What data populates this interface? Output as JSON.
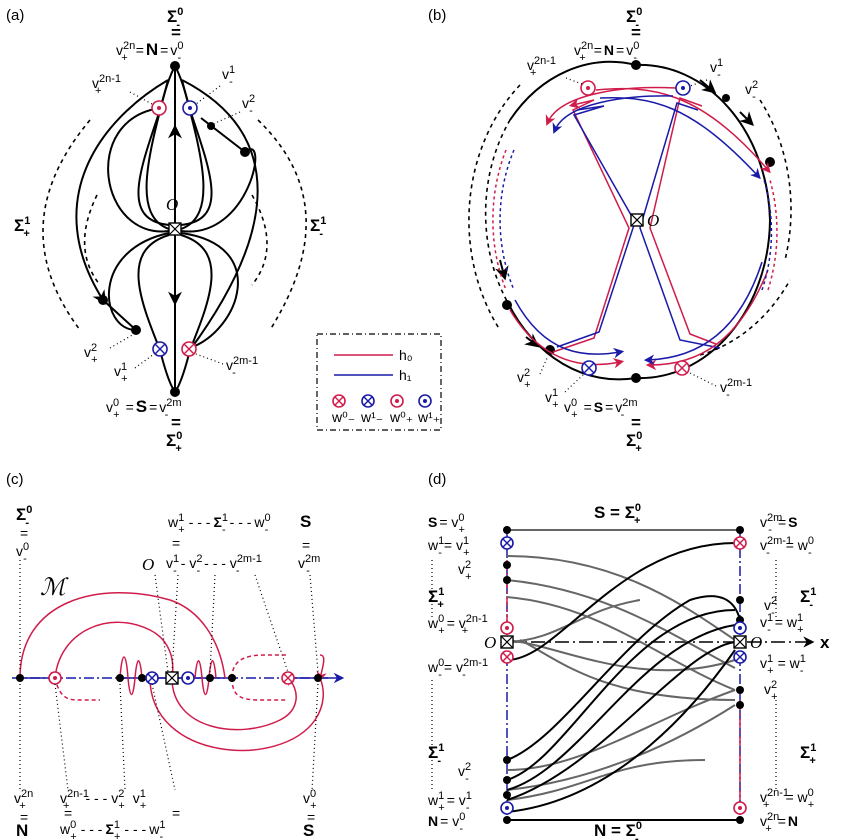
{
  "panels": {
    "a": {
      "label": "(a)",
      "top_sigma": "Σ",
      "top_sigma_sup": "0",
      "top_sigma_sub": "-",
      "top_eq": "v₊²ⁿ= N = v₋⁰",
      "top_v": "v",
      "top_n_sup": "2n",
      "top_n_sub": "+",
      "origin": "O",
      "sigma_plus": "Σ",
      "sigma_plus_sup": "1",
      "sigma_plus_sub": "+",
      "sigma_minus": "Σ",
      "sigma_minus_sup": "1",
      "sigma_minus_sub": "-",
      "v_2n1": "v",
      "v_2n1_sup": "2n-1",
      "v_2n1_sub": "+",
      "v_m1": "v",
      "v_m1_sup": "1",
      "v_m1_sub": "-",
      "v_m2": "v",
      "v_m2_sup": "2",
      "v_m2_sub": "-",
      "v_p2": "v",
      "v_p2_sup": "2",
      "v_p2_sub": "+",
      "v_p1": "v",
      "v_p1_sup": "1",
      "v_p1_sub": "+",
      "v_m2m1": "v",
      "v_m2m1_sup": "2m-1",
      "v_m2m1_sub": "-",
      "bottom_eq_left": "v",
      "bottom_eq_sup": "0",
      "bottom_eq_sub": "+",
      "bottom_S": "S",
      "bottom_eq_right": "v",
      "bottom_right_sup": "2m",
      "bottom_right_sub": "-",
      "bottom_sigma": "Σ",
      "bottom_sigma_sup": "0",
      "bottom_sigma_sub": "+"
    },
    "b": {
      "label": "(b)",
      "origin": "O",
      "top_sigma": "Σ",
      "top_sigma_sup": "0",
      "top_sigma_sub": "-",
      "v_2n1": "v",
      "v_2n1_sup": "2n-1",
      "v_2n1_sub": "+",
      "v_m1": "v",
      "v_m1_sup": "1",
      "v_m1_sub": "-",
      "v_m2": "v",
      "v_m2_sup": "2",
      "v_m2_sub": "-",
      "v_p2": "v",
      "v_p2_sup": "2",
      "v_p2_sub": "+",
      "v_p1": "v",
      "v_p1_sup": "1",
      "v_p1_sub": "+",
      "v_m2m1": "v",
      "v_m2m1_sup": "2m-1",
      "v_m2m1_sub": "-",
      "bottom_S": "S",
      "bottom_sigma": "Σ",
      "bottom_sigma_sup": "0",
      "bottom_sigma_sub": "+"
    },
    "c": {
      "label": "(c)",
      "manifold": "ℳ",
      "origin": "O",
      "top_left_sigma": "Σ",
      "top_left_sigma_sup": "0",
      "top_left_sigma_sub": "-",
      "top_left_v": "v",
      "top_left_v_sup": "0",
      "top_left_v_sub": "-",
      "top_S": "S",
      "top_chain": [
        "w",
        "Σ",
        "w"
      ],
      "bottom_N": "N",
      "bottom_S": "S",
      "bottom_sigma": "Σ"
    },
    "d": {
      "label": "(d)",
      "top_center": "S = Σ",
      "top_center_sup": "0",
      "top_center_sub": "+",
      "bottom_center": "N = Σ",
      "bottom_center_sup": "0",
      "bottom_center_sub": "-",
      "origin_left": "O",
      "origin_right": "O",
      "x_axis": "x",
      "left_labels": [
        "S = v",
        "w",
        "v",
        "Σ",
        "w",
        "w",
        "Σ",
        "v",
        "w",
        "N = v"
      ],
      "right_labels": [
        "v",
        "v",
        "v",
        "Σ",
        "v",
        "v",
        "v",
        "Σ",
        "v",
        "v"
      ]
    }
  },
  "legend": {
    "h0": "h₀",
    "h1": "h₁",
    "w0": "w⁰₋",
    "w1m": "w¹₋",
    "w0p": "w⁰₊",
    "w1p": "w¹₊",
    "h0_color": "#d01c4b",
    "h1_color": "#1a1aa8"
  },
  "colors": {
    "red": "#d01c4b",
    "blue": "#1a1aa8",
    "black": "#000000",
    "gray": "#666666"
  }
}
